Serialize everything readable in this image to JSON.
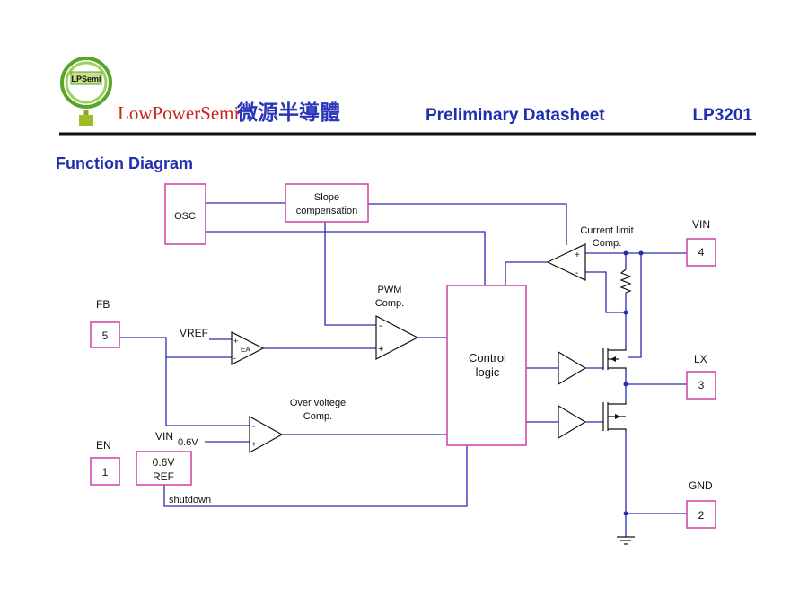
{
  "header": {
    "logo_badge": "LPSemi",
    "company_en": "LowPowerSemi",
    "company_zh": "微源半導體",
    "doc_type": "Preliminary Datasheet",
    "part_number": "LP3201"
  },
  "section_title": "Function Diagram",
  "blocks": {
    "osc": "OSC",
    "slope_1": "Slope",
    "slope_2": "compensation",
    "control_1": "Control",
    "control_2": "logic",
    "ref_1": "0.6V",
    "ref_2": "REF",
    "ea": "EA"
  },
  "comparators": {
    "pwm_1": "PWM",
    "pwm_2": "Comp.",
    "ilimit_1": "Current limit",
    "ilimit_2": "Comp.",
    "ov_1": "Over voltege",
    "ov_2": "Comp."
  },
  "pins": [
    {
      "name": "FB",
      "num": "5"
    },
    {
      "name": "EN",
      "num": "1"
    },
    {
      "name": "VIN",
      "num": "4"
    },
    {
      "name": "LX",
      "num": "3"
    },
    {
      "name": "GND",
      "num": "2"
    }
  ],
  "signals": {
    "vref": "VREF",
    "vin_net": "VIN",
    "v06": "0.6V",
    "shutdown": "shutdown"
  },
  "signs": {
    "plus": "+",
    "minus": "-"
  }
}
